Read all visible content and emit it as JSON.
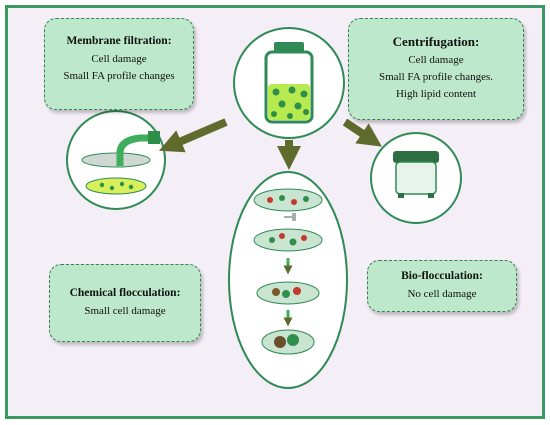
{
  "membrane": {
    "title": "Membrane filtration:",
    "line1": "Cell damage",
    "line2": "Small FA profile changes"
  },
  "centrifugation": {
    "title": "Centrifugation:",
    "line1": "Cell damage",
    "line2": "Small FA profile changes.",
    "line3": "High lipid content"
  },
  "chemical": {
    "title": "Chemical flocculation:",
    "line1": "Small cell damage"
  },
  "bio": {
    "title": "Bio-flocculation:",
    "line1": "No cell damage"
  },
  "colors": {
    "frame": "#3a9a62",
    "box_fill": "#bde8cc",
    "arrow": "#5e6b2c",
    "bottle": "#3f9a5c",
    "background": "#f4eef6"
  }
}
